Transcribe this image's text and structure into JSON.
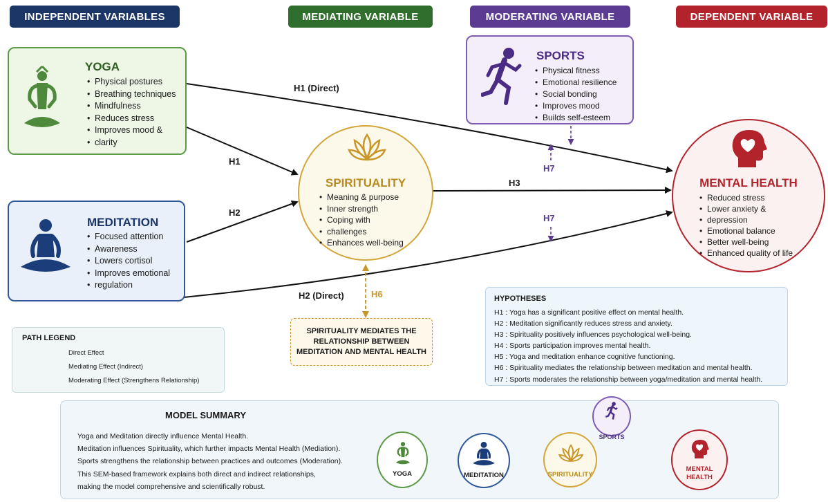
{
  "headers": {
    "independent": "INDEPENDENT VARIABLES",
    "mediating": "MEDIATING VARIABLE",
    "moderating": "MODERATING VARIABLE",
    "dependent": "DEPENDENT VARIABLE"
  },
  "yoga": {
    "title": "YOGA",
    "items": [
      "Physical postures",
      "Breathing techniques",
      "Mindfulness",
      "Reduces stress",
      "Improves mood &",
      "clarity"
    ]
  },
  "meditation": {
    "title": "MEDITATION",
    "items": [
      "Focused attention",
      "Awareness",
      "Lowers cortisol",
      "Improves emotional",
      "regulation"
    ]
  },
  "spirituality": {
    "title": "SPIRITUALITY",
    "items": [
      "Meaning & purpose",
      "Inner strength",
      "Coping with",
      "challenges",
      "Enhances well-being"
    ]
  },
  "sports": {
    "title": "SPORTS",
    "items": [
      "Physical fitness",
      "Emotional resilience",
      "Social bonding",
      "Improves mood",
      "Builds self-esteem"
    ]
  },
  "mental_health": {
    "title": "MENTAL HEALTH",
    "items": [
      "Reduced stress",
      "Lower anxiety &",
      "depression",
      "Emotional balance",
      "Better well-being",
      "Enhanced quality of life"
    ]
  },
  "paths": {
    "h1_direct": "H1 (Direct)",
    "h1": "H1",
    "h2": "H2",
    "h3": "H3",
    "h2_direct": "H2 (Direct)",
    "h7_top": "H7",
    "h7_bottom": "H7",
    "h6": "H6"
  },
  "mediation_note": [
    "SPIRITUALITY MEDIATES THE",
    "RELATIONSHIP BETWEEN",
    "MEDITATION AND MENTAL HEALTH"
  ],
  "legend": {
    "title": "PATH LEGEND",
    "direct": "Direct Effect",
    "mediating": "Mediating Effect (Indirect)",
    "moderating": "Moderating Effect (Strengthens Relationship)"
  },
  "hypotheses": {
    "title": "HYPOTHESES",
    "items": [
      "H1 : Yoga has a significant positive effect on mental health.",
      "H2 : Meditation significantly reduces stress and anxiety.",
      "H3 : Spirituality positively influences psychological well-being.",
      "H4 : Sports participation improves mental health.",
      "H5 : Yoga and meditation enhance cognitive functioning.",
      "H6 : Spirituality mediates the relationship between meditation and mental health.",
      "H7 : Sports moderates the relationship between yoga/meditation and mental health."
    ]
  },
  "summary": {
    "title": "MODEL SUMMARY",
    "lines": [
      "Yoga and Meditation directly influence Mental Health.",
      "Meditation influences Spirituality, which further impacts Mental Health (Mediation).",
      "Sports strengthens the relationship between practices and outcomes (Moderation).",
      "This SEM-based framework explains both direct and indirect relationships,",
      "making the model comprehensive and scientifically robust."
    ],
    "flow": {
      "yoga": "YOGA",
      "meditation": "MEDITATION",
      "spirituality": "SPIRITUALITY",
      "sports": "SPORTS",
      "mental_line1": "MENTAL",
      "mental_line2": "HEALTH"
    }
  },
  "colors": {
    "navy": "#1b3566",
    "green": "#2f6e2c",
    "purple": "#5c3b92",
    "red": "#b3232c",
    "gold": "#c9962a",
    "yoga_green": "#4f8a3c"
  }
}
